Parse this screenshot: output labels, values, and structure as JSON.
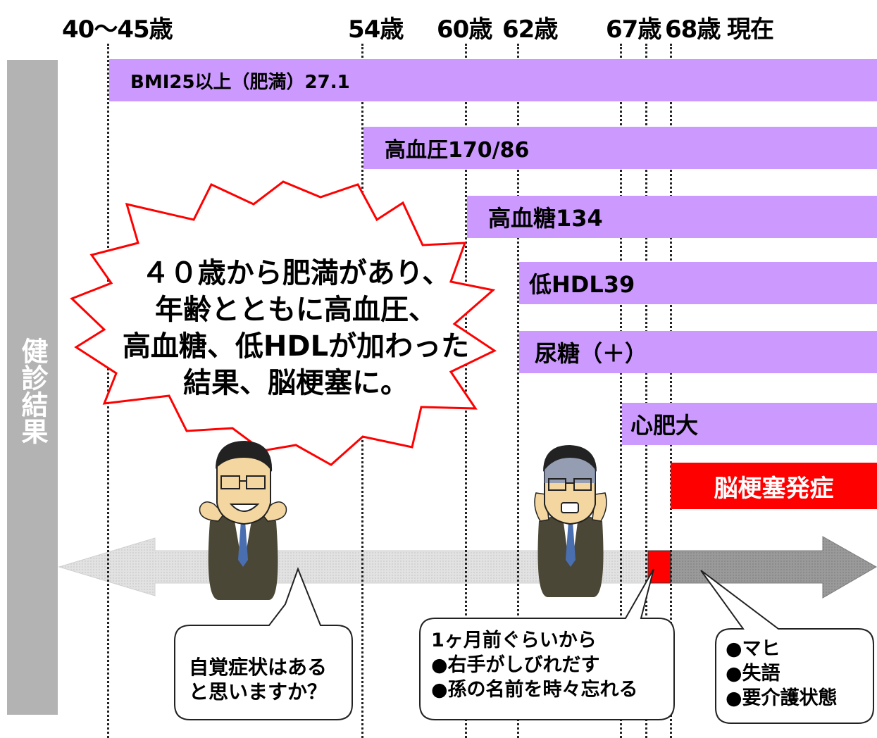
{
  "ages": {
    "a40_45": "40～45歳",
    "a54": "54歳",
    "a60": "60歳",
    "a62": "62歳",
    "a67": "67歳",
    "a68": "68歳",
    "now": "現在"
  },
  "sidebar_label": "健診結果",
  "bars": {
    "bmi": "BMI25以上（肥満）27.1",
    "bp": "高血圧170/86",
    "glucose": "高血糖134",
    "hdl": "低HDL39",
    "urine": "尿糖（＋）",
    "heart": "心肥大"
  },
  "onset_label": "脳梗塞発症",
  "burst": {
    "line1": "４０歳から肥満があり、",
    "line2": "年齢とともに高血圧、",
    "line3": "高血糖、低HDLが加わった",
    "line4": "結果、脳梗塞に。"
  },
  "callouts": {
    "question": {
      "line1": "自覚症状はある",
      "line2": "と思いますか？"
    },
    "symptoms": {
      "line1": "1ヶ月前ぐらいから",
      "line2": "●右手がしびれだす",
      "line3": "●孫の名前を時々忘れる"
    },
    "results": {
      "line1": "●マヒ",
      "line2": "●失語",
      "line3": "●要介護状態"
    }
  },
  "colors": {
    "bar": "#cc99ff",
    "onset": "#ff0000",
    "sidebar": "#b3b3b3",
    "burst_border": "#ff0000"
  }
}
